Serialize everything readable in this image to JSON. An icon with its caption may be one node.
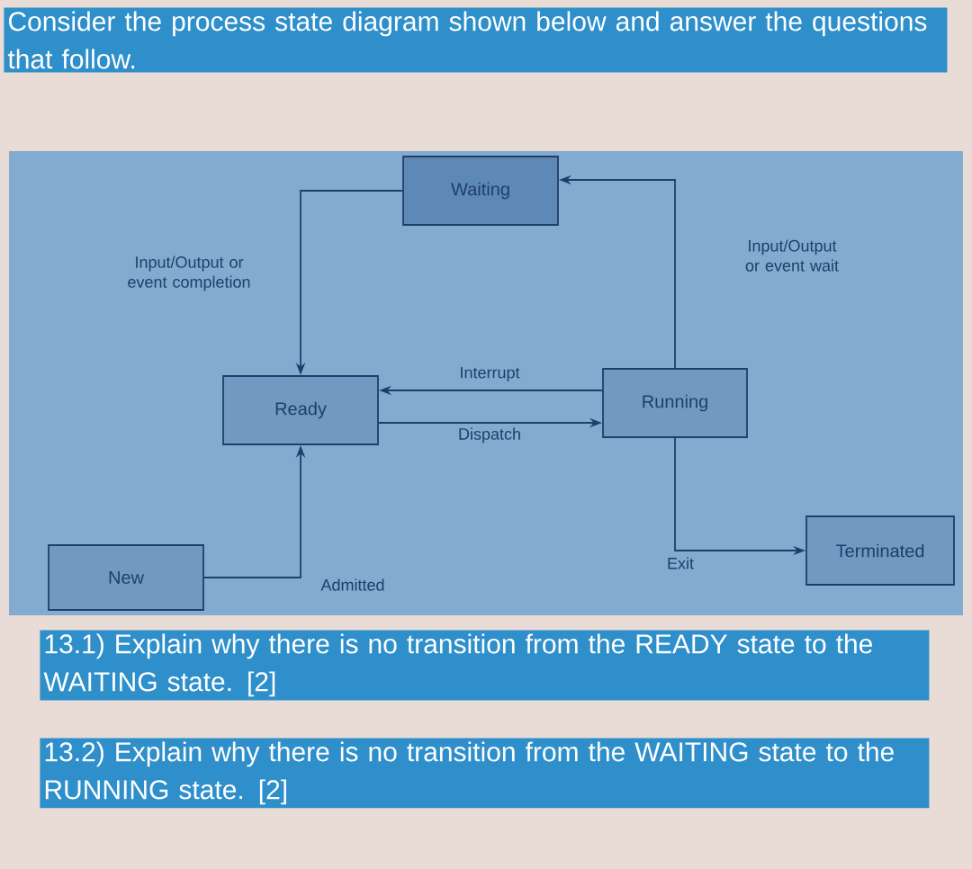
{
  "diagram": {
    "title": "Consider the process state diagram shown below and answer the questions that follow.",
    "nodes": [
      {
        "text": [
          "Waiting"
        ]
      },
      {
        "text": [
          "Ready"
        ]
      },
      {
        "text": [
          "Running"
        ]
      },
      {
        "text": [
          "New"
        ]
      },
      {
        "text": [
          "Terminated"
        ]
      }
    ],
    "edges": [
      {
        "from": 0,
        "to": 1,
        "arrow": "to",
        "label": "Input/Output or event completion"
      },
      {
        "from": 2,
        "to": 0,
        "arrow": "to",
        "label": "Input/Output or event wait"
      },
      {
        "from": 2,
        "to": 1,
        "arrow": "to",
        "label": "Interrupt"
      },
      {
        "from": 1,
        "to": 2,
        "arrow": "to",
        "label": "Dispatch"
      },
      {
        "from": 3,
        "to": 1,
        "arrow": "to",
        "label": "Admitted"
      },
      {
        "from": 2,
        "to": 4,
        "arrow": "to",
        "label": "Exit"
      }
    ],
    "labels": [
      "13.1) Explain why there is no transition from the READY state to the WAITING state. [2]",
      "13.2) Explain why there is no transition from the WAITING state to the RUNNING state. [2]"
    ]
  }
}
